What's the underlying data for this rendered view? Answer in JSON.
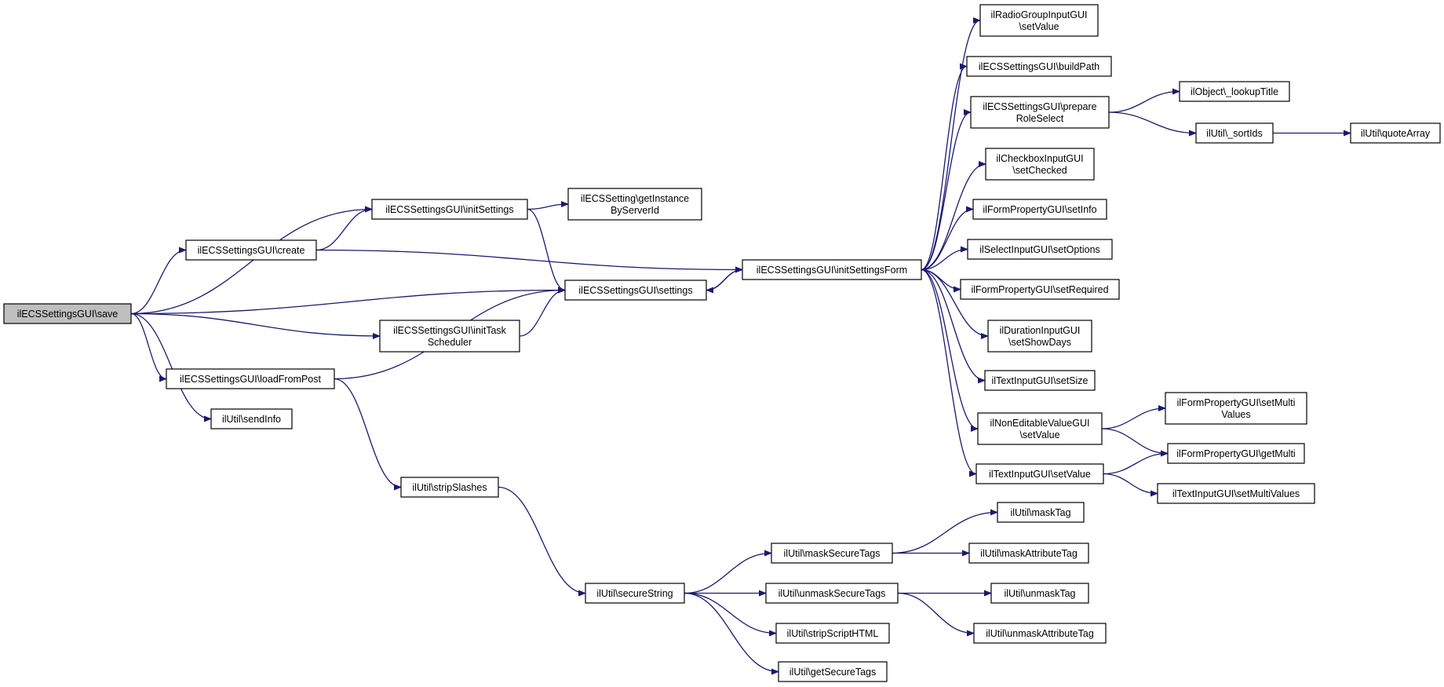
{
  "graph": {
    "edge_color": "#191970",
    "root_fill": "#bfbfbf",
    "nodes": {
      "save": {
        "lines": [
          "ilECSSettingsGUI\\save"
        ],
        "root": true
      },
      "initSettings": {
        "lines": [
          "ilECSSettingsGUI\\initSettings"
        ]
      },
      "create": {
        "lines": [
          "ilECSSettingsGUI\\create"
        ]
      },
      "loadFromPost": {
        "lines": [
          "ilECSSettingsGUI\\loadFromPost"
        ]
      },
      "sendInfo": {
        "lines": [
          "ilUtil\\sendInfo"
        ]
      },
      "getInstanceByServerId": {
        "lines": [
          "ilECSSetting\\getInstance",
          "ByServerId"
        ]
      },
      "settings": {
        "lines": [
          "ilECSSettingsGUI\\settings"
        ]
      },
      "initTaskScheduler": {
        "lines": [
          "ilECSSettingsGUI\\initTask",
          "Scheduler"
        ]
      },
      "stripSlashes": {
        "lines": [
          "ilUtil\\stripSlashes"
        ]
      },
      "secureString": {
        "lines": [
          "ilUtil\\secureString"
        ]
      },
      "initSettingsForm": {
        "lines": [
          "ilECSSettingsGUI\\initSettingsForm"
        ]
      },
      "maskSecureTags": {
        "lines": [
          "ilUtil\\maskSecureTags"
        ]
      },
      "unmaskSecureTags": {
        "lines": [
          "ilUtil\\unmaskSecureTags"
        ]
      },
      "stripScriptHTML": {
        "lines": [
          "ilUtil\\stripScriptHTML"
        ]
      },
      "getSecureTags": {
        "lines": [
          "ilUtil\\getSecureTags"
        ]
      },
      "radioSetValue": {
        "lines": [
          "ilRadioGroupInputGUI",
          "\\setValue"
        ]
      },
      "buildPath": {
        "lines": [
          "ilECSSettingsGUI\\buildPath"
        ]
      },
      "prepareRoleSelect": {
        "lines": [
          "ilECSSettingsGUI\\prepare",
          "RoleSelect"
        ]
      },
      "setChecked": {
        "lines": [
          "ilCheckboxInputGUI",
          "\\setChecked"
        ]
      },
      "setInfo": {
        "lines": [
          "ilFormPropertyGUI\\setInfo"
        ]
      },
      "setOptions": {
        "lines": [
          "ilSelectInputGUI\\setOptions"
        ]
      },
      "setRequired": {
        "lines": [
          "ilFormPropertyGUI\\setRequired"
        ]
      },
      "setShowDays": {
        "lines": [
          "ilDurationInputGUI",
          "\\setShowDays"
        ]
      },
      "setSize": {
        "lines": [
          "ilTextInputGUI\\setSize"
        ]
      },
      "nonEditSetValue": {
        "lines": [
          "ilNonEditableValueGUI",
          "\\setValue"
        ]
      },
      "textSetValue": {
        "lines": [
          "ilTextInputGUI\\setValue"
        ]
      },
      "lookupTitle": {
        "lines": [
          "ilObject\\_lookupTitle"
        ]
      },
      "sortIds": {
        "lines": [
          "ilUtil\\_sortIds"
        ]
      },
      "quoteArray": {
        "lines": [
          "ilUtil\\quoteArray"
        ]
      },
      "setMultiValuesForm": {
        "lines": [
          "ilFormPropertyGUI\\setMulti",
          "Values"
        ]
      },
      "getMulti": {
        "lines": [
          "ilFormPropertyGUI\\getMulti"
        ]
      },
      "setMultiValuesText": {
        "lines": [
          "ilTextInputGUI\\setMultiValues"
        ]
      },
      "maskTag": {
        "lines": [
          "ilUtil\\maskTag"
        ]
      },
      "maskAttributeTag": {
        "lines": [
          "ilUtil\\maskAttributeTag"
        ]
      },
      "unmaskTag": {
        "lines": [
          "ilUtil\\unmaskTag"
        ]
      },
      "unmaskAttributeTag": {
        "lines": [
          "ilUtil\\unmaskAttributeTag"
        ]
      }
    },
    "edges": [
      [
        "save",
        "initSettings"
      ],
      [
        "save",
        "create"
      ],
      [
        "save",
        "settings"
      ],
      [
        "save",
        "initTaskScheduler"
      ],
      [
        "save",
        "loadFromPost"
      ],
      [
        "save",
        "sendInfo"
      ],
      [
        "create",
        "initSettings"
      ],
      [
        "create",
        "initSettingsForm"
      ],
      [
        "initSettings",
        "getInstanceByServerId"
      ],
      [
        "initSettings",
        "settings"
      ],
      [
        "settings",
        "initSettingsForm"
      ],
      [
        "initSettingsForm",
        "settings"
      ],
      [
        "initTaskScheduler",
        "settings"
      ],
      [
        "loadFromPost",
        "settings"
      ],
      [
        "loadFromPost",
        "stripSlashes"
      ],
      [
        "stripSlashes",
        "secureString"
      ],
      [
        "secureString",
        "maskSecureTags"
      ],
      [
        "secureString",
        "unmaskSecureTags"
      ],
      [
        "secureString",
        "stripScriptHTML"
      ],
      [
        "secureString",
        "getSecureTags"
      ],
      [
        "maskSecureTags",
        "maskTag"
      ],
      [
        "maskSecureTags",
        "maskAttributeTag"
      ],
      [
        "unmaskSecureTags",
        "unmaskTag"
      ],
      [
        "unmaskSecureTags",
        "unmaskAttributeTag"
      ],
      [
        "initSettingsForm",
        "radioSetValue"
      ],
      [
        "initSettingsForm",
        "buildPath"
      ],
      [
        "initSettingsForm",
        "prepareRoleSelect"
      ],
      [
        "initSettingsForm",
        "setChecked"
      ],
      [
        "initSettingsForm",
        "setInfo"
      ],
      [
        "initSettingsForm",
        "setOptions"
      ],
      [
        "initSettingsForm",
        "setRequired"
      ],
      [
        "initSettingsForm",
        "setShowDays"
      ],
      [
        "initSettingsForm",
        "setSize"
      ],
      [
        "initSettingsForm",
        "nonEditSetValue"
      ],
      [
        "initSettingsForm",
        "textSetValue"
      ],
      [
        "prepareRoleSelect",
        "lookupTitle"
      ],
      [
        "prepareRoleSelect",
        "sortIds"
      ],
      [
        "sortIds",
        "quoteArray"
      ],
      [
        "nonEditSetValue",
        "setMultiValuesForm"
      ],
      [
        "nonEditSetValue",
        "getMulti"
      ],
      [
        "textSetValue",
        "getMulti"
      ],
      [
        "textSetValue",
        "setMultiValuesText"
      ]
    ]
  }
}
